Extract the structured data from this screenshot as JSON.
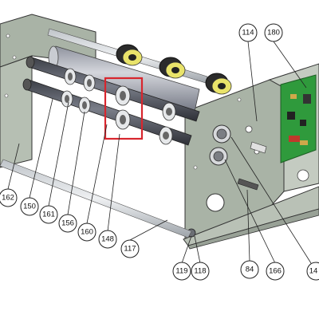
{
  "diagram": {
    "callouts": [
      {
        "id": "114",
        "label": "114"
      },
      {
        "id": "180",
        "label": "180"
      },
      {
        "id": "162",
        "label": "162"
      },
      {
        "id": "150",
        "label": "150"
      },
      {
        "id": "161",
        "label": "161"
      },
      {
        "id": "156",
        "label": "156"
      },
      {
        "id": "160",
        "label": "160"
      },
      {
        "id": "148",
        "label": "148"
      },
      {
        "id": "117",
        "label": "117"
      },
      {
        "id": "119",
        "label": "119"
      },
      {
        "id": "118",
        "label": "118"
      },
      {
        "id": "84",
        "label": "84"
      },
      {
        "id": "166",
        "label": "166"
      },
      {
        "id": "14x",
        "label": "14"
      }
    ],
    "highlight_color": "#d8262e",
    "frame_color": "#a9b3a6",
    "roller_color": "#595d68",
    "pcb_color": "#2f9a3c"
  }
}
